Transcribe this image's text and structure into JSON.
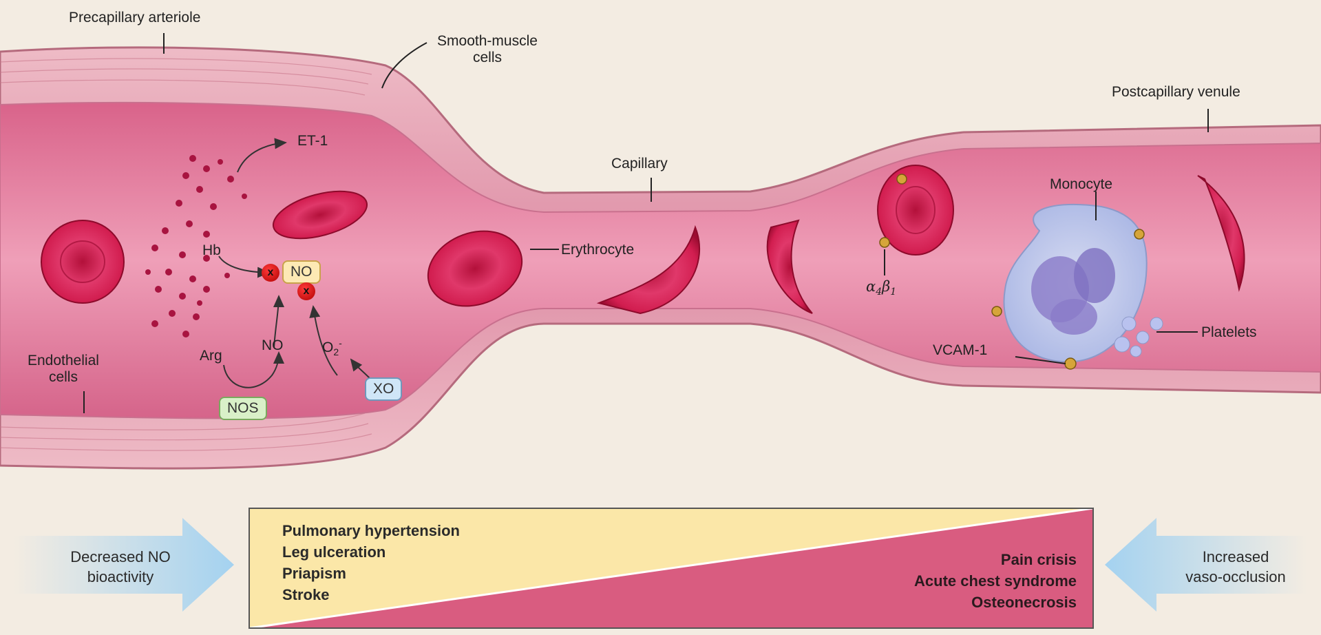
{
  "labels": {
    "precapillary_arteriole": "Precapillary arteriole",
    "smooth_muscle_1": "Smooth-muscle",
    "smooth_muscle_2": "cells",
    "postcapillary_venule": "Postcapillary venule",
    "et1": "ET-1",
    "capillary": "Capillary",
    "monocyte": "Monocyte",
    "hb": "Hb",
    "no_box": "NO",
    "erythrocyte": "Erythrocyte",
    "alpha_base": "α",
    "alpha_sub": "4",
    "beta_base": "β",
    "beta_sub": "1",
    "arg": "Arg",
    "no_small": "NO",
    "o2_base": "O",
    "o2_sub": "2",
    "o2_sup": "-",
    "endothelial_1": "Endothelial",
    "endothelial_2": "cells",
    "nos_box": "NOS",
    "xo_box": "XO",
    "vcam1": "VCAM-1",
    "platelets": "Platelets",
    "x_mark": "x"
  },
  "panel": {
    "left_arrow_line1": "Decreased NO",
    "left_arrow_line2": "bioactivity",
    "right_arrow_line1": "Increased",
    "right_arrow_line2": "vaso-occlusion",
    "left_outcomes": [
      "Pulmonary hypertension",
      "Leg ulceration",
      "Priapism",
      "Stroke"
    ],
    "right_outcomes": [
      "Pain crisis",
      "Acute chest syndrome",
      "Osteonecrosis"
    ]
  },
  "colors": {
    "background": "#f3ece2",
    "vessel_wall": "#e9a9b8",
    "lumen": "#e27f9d",
    "erythrocyte": "#d4204f",
    "no_triangle": "#fbe7a8",
    "occlusion_triangle": "#d95c80",
    "arrow": "#a9d4ef"
  }
}
